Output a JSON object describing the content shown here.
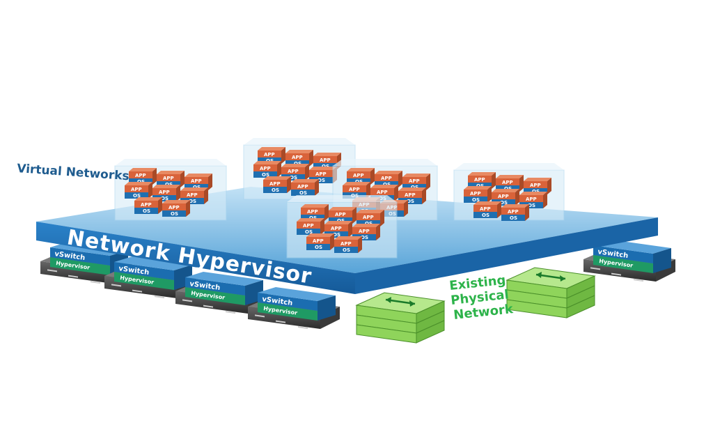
{
  "labels": {
    "virtual_networks": "Virtual Networks",
    "network_hypervisor": "Network Hypervisor",
    "existing_physical_network": [
      "Existing",
      "Physical",
      "Network"
    ]
  },
  "host": {
    "vswitch_label": "vSwitch",
    "hypervisor_label": "Hypervisor"
  },
  "vm": {
    "app_label": "APP",
    "os_label": "OS"
  },
  "colors": {
    "platform_top": "#4f9fd6",
    "platform_front": "#1e6fb6",
    "vm_app": "#d9633a",
    "vm_os": "#1f6fb0",
    "vswitch": "#1b6db0",
    "hypervisor": "#1f9a64",
    "physical_switch": "#8fd45b",
    "virtual_network_box": "#d6ecf8",
    "label_blue": "#1f5c8f",
    "label_green": "#2db34a"
  }
}
